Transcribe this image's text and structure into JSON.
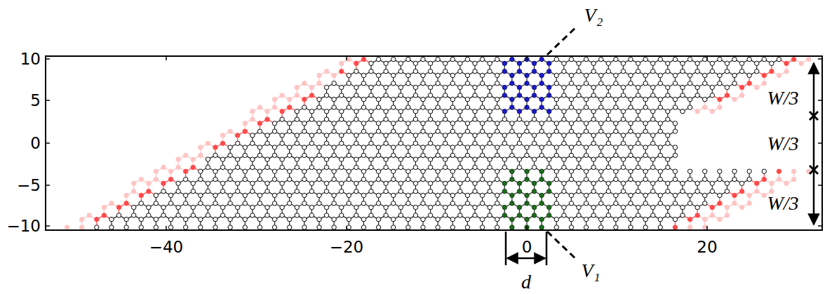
{
  "diagram": {
    "labels": [
      "10",
      "5",
      "0",
      "−5",
      "−10",
      "−40",
      "−20",
      "0",
      "20",
      "V₂",
      "V₁",
      "W/3",
      "W/3",
      "W/3",
      "d"
    ]
  }
}
